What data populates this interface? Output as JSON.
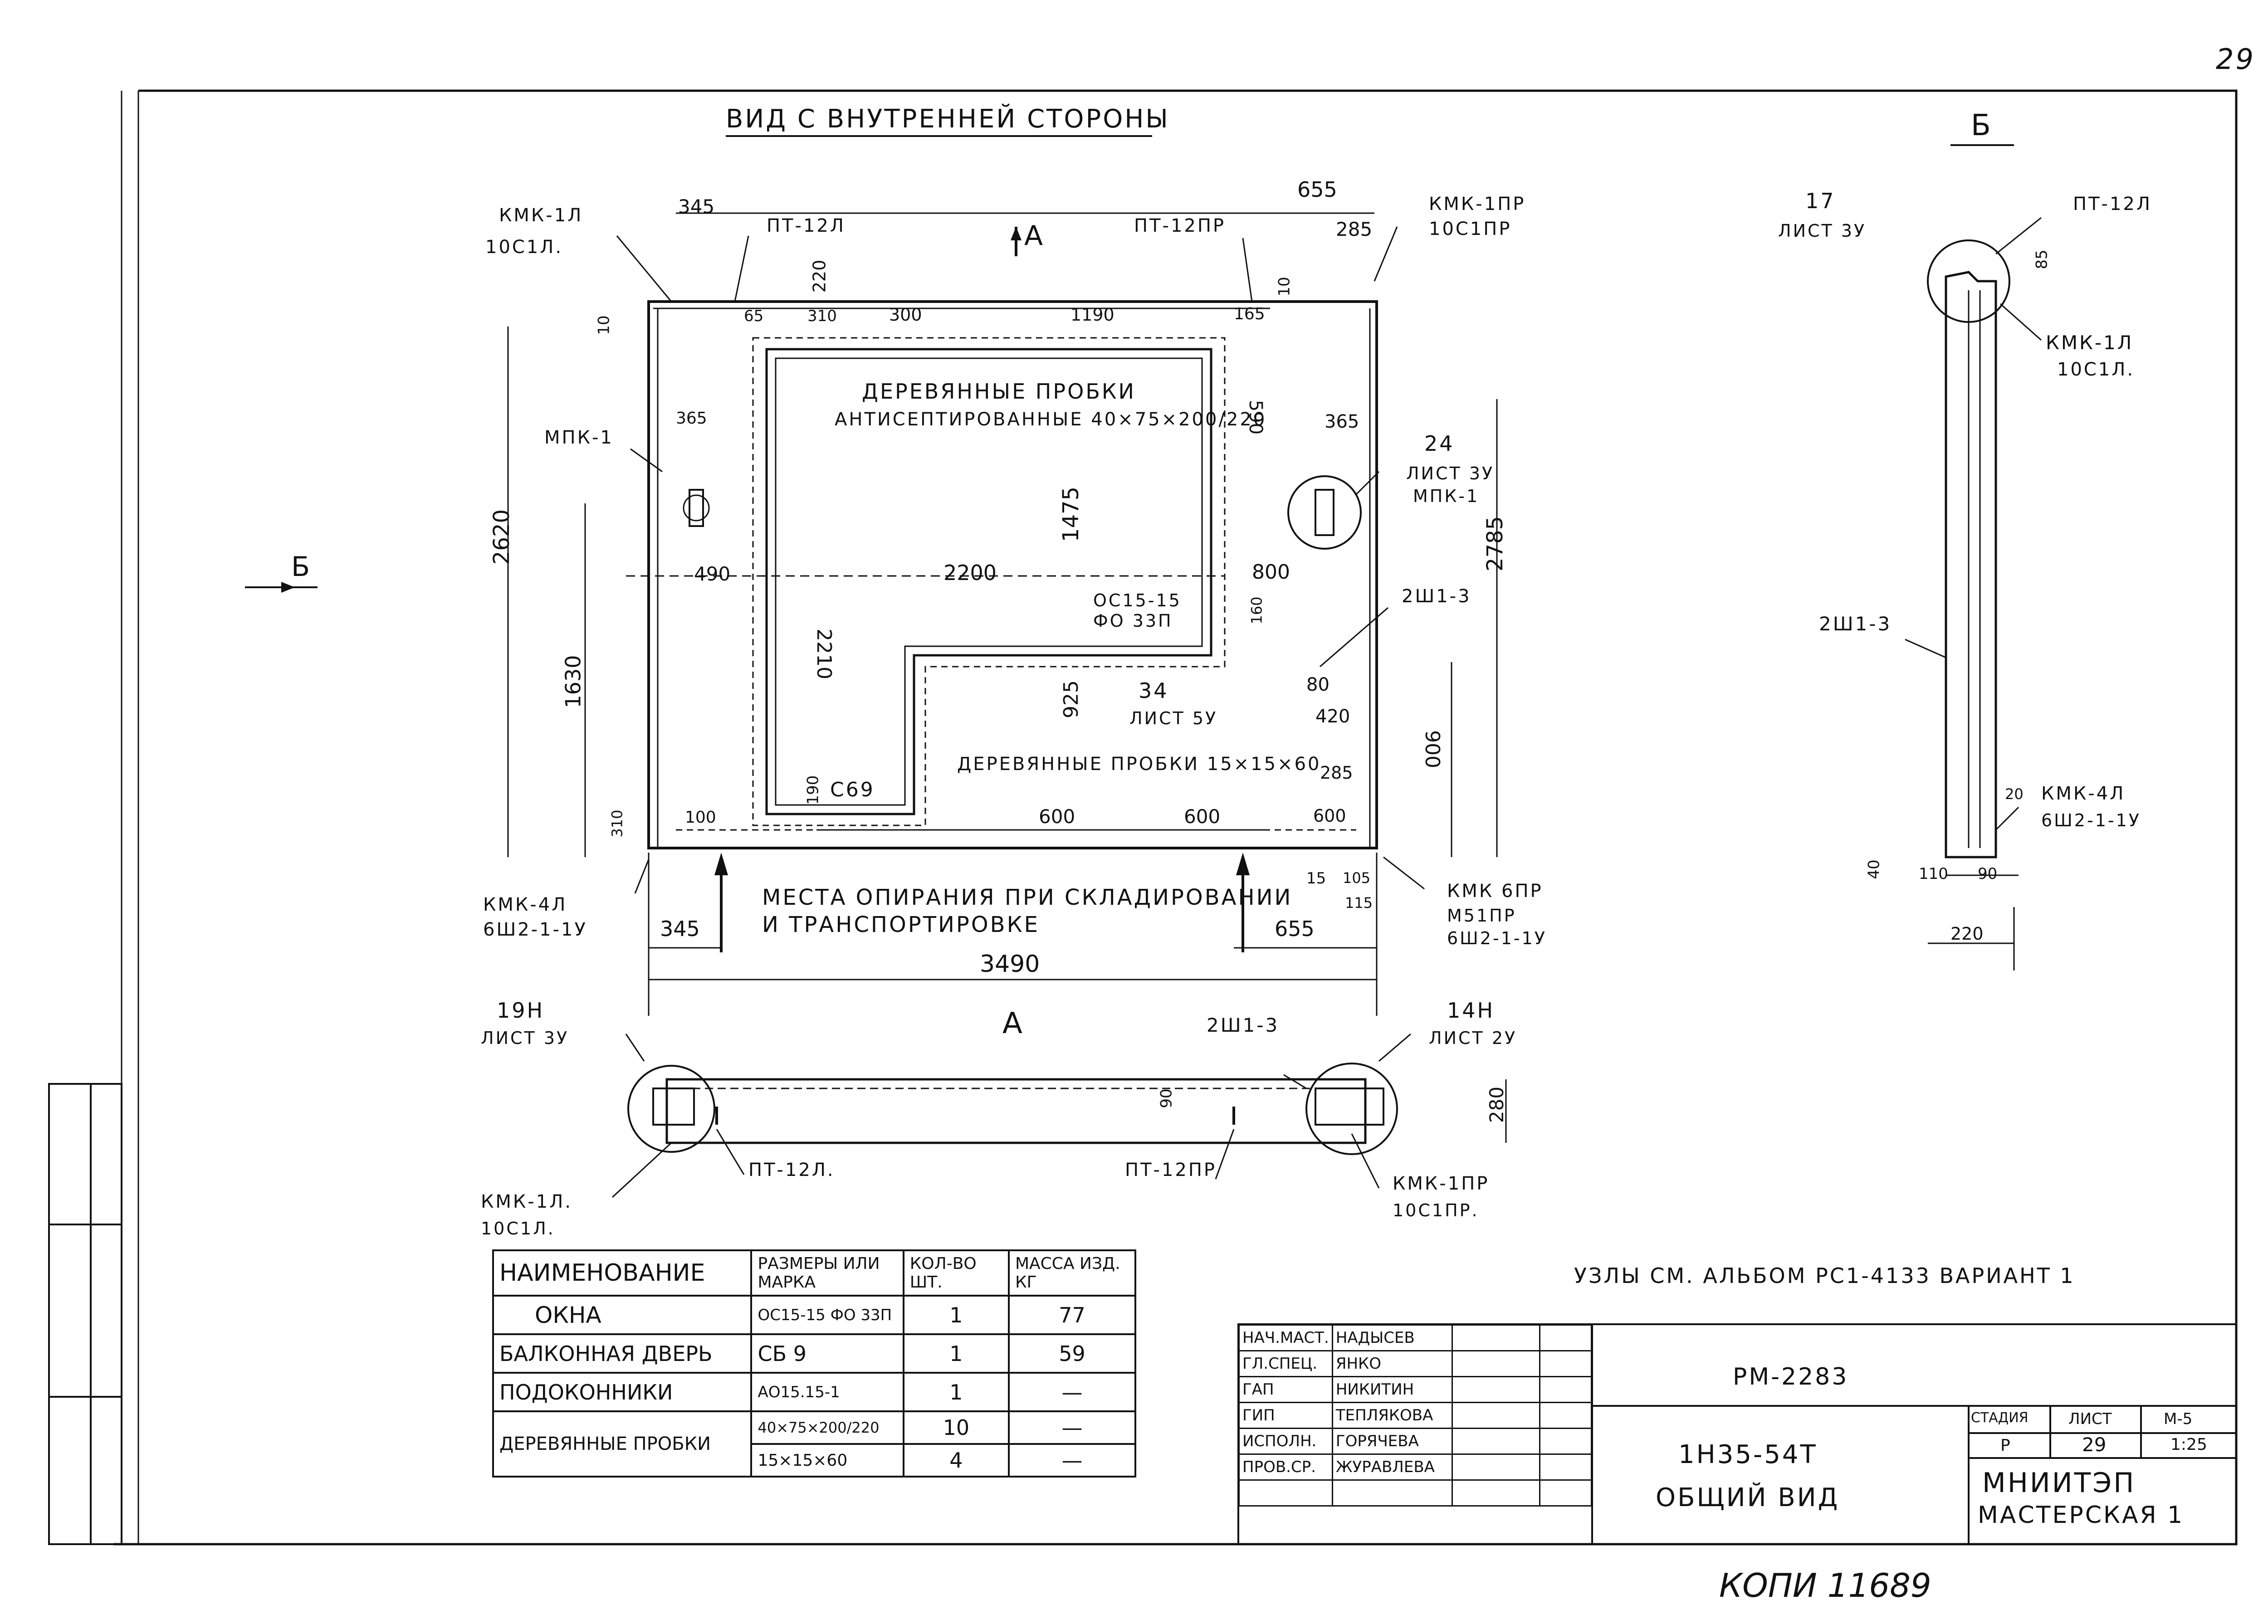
{
  "sheet_number": "29",
  "inner_view_title": "ВИД С ВНУТРЕННЕЙ СТОРОНЫ",
  "section_b_title": "Б",
  "view_a_marker": "А",
  "view_b_marker": "Б",
  "bottom_a_label": "А",
  "callouts": {
    "kmk1l": "КМК-1Л",
    "ps1l": "10С1Л.",
    "pt12l": "ПТ-12Л",
    "pt12pr": "ПТ-12ПР",
    "kmk1pr": "КМК-1ПР",
    "ps1pr": "10С1ПР",
    "mpk1": "МПК-1",
    "derev_probki": "ДЕРЕВЯННЫЕ ПРОБКИ",
    "antisept": "АНТИСЕПТИРОВАННЫЕ 40×75×200/220",
    "ref24": "24",
    "ref24_sheet": "ЛИСТ 3У",
    "ref24_mark": "МПК-1",
    "sh13": "2Ш1-3",
    "window_mark": "ОС15-15",
    "window_mark2": "ФО 33П",
    "ref34": "34",
    "ref34_sheet": "ЛИСТ 5У",
    "derev_probki2": "ДЕРЕВЯННЫЕ ПРОБКИ 15×15×60",
    "door_mark": "С69",
    "kmk4l": "КМК-4Л",
    "kmk4l_sub": "6Ш2-1-1У",
    "mesta1": "МЕСТА ОПИРАНИЯ ПРИ СКЛАДИРОВАНИИ",
    "mesta2": "И ТРАНСПОРТИРОВКЕ",
    "kmk6pr": "КМК 6ПР",
    "m51pr": "М51ПР",
    "kmk6pr_sub": "6Ш2-1-1У"
  },
  "dims": {
    "d345_top": "345",
    "d655_top": "655",
    "d285_top": "285",
    "d220": "220",
    "d65": "65",
    "d310": "310",
    "d300": "300",
    "d1190": "1190",
    "d165": "165",
    "d10a": "10",
    "d10b": "10",
    "d365a": "365",
    "d590": "590",
    "d365b": "365",
    "d2620": "2620",
    "d2785": "2785",
    "d1475": "1475",
    "d490": "490",
    "d2200": "2200",
    "d800": "800",
    "d160": "160",
    "d1630": "1630",
    "d2210": "2210",
    "d925": "925",
    "d80": "80",
    "d420": "420",
    "d900": "900",
    "d285b": "285",
    "d190": "190",
    "d100": "100",
    "d600a": "600",
    "d600b": "600",
    "d600c": "600",
    "d310b": "310",
    "d15": "15",
    "d105": "105",
    "d115": "115",
    "d345_bot": "345",
    "d655_bot": "655",
    "d3490": "3490",
    "d85": "85",
    "d20": "20",
    "d40": "40",
    "d110": "110",
    "d90b": "90",
    "d220b": "220",
    "d90c": "90",
    "d280": "280"
  },
  "section_b": {
    "ref17": "17",
    "ref17_sheet": "ЛИСТ 3У",
    "pt12l": "ПТ-12Л",
    "kmk1l": "КМК-1Л",
    "ps1l": "10С1Л.",
    "sh13": "2Ш1-3",
    "kmk4l": "КМК-4Л",
    "kmk4l_sub": "6Ш2-1-1У"
  },
  "plan_view": {
    "ref19": "19Н",
    "ref19_sheet": "ЛИСТ 3У",
    "ref14": "14Н",
    "ref14_sheet": "ЛИСТ 2У",
    "sh13": "2Ш1-3",
    "pt12l": "ПТ-12Л.",
    "pt12pr": "ПТ-12ПР",
    "kmk1pr": "КМК-1ПР",
    "ps1pr": "10С1ПР.",
    "kmk1l": "КМК-1Л.",
    "ps1l": "10С1Л."
  },
  "nodes_note": "УЗЛЫ СМ. АЛЬБОМ РС1-4133 ВАРИАНТ 1",
  "spec_table": {
    "headers": [
      "НАИМЕНОВАНИЕ",
      "РАЗМЕРЫ ИЛИ МАРКА",
      "КОЛ-ВО ШТ.",
      "МАССА ИЗД. КГ"
    ],
    "rows": [
      [
        "ОКНА",
        "ОС15-15 ФО 33П",
        "1",
        "77"
      ],
      [
        "БАЛКОННАЯ ДВЕРЬ",
        "СБ 9",
        "1",
        "59"
      ],
      [
        "ПОДОКОННИКИ",
        "АО15.15-1",
        "1",
        "—"
      ]
    ],
    "probki_name": "ДЕРЕВЯННЫЕ ПРОБКИ",
    "probki_rows": [
      [
        "40×75×200/220",
        "10",
        "—"
      ],
      [
        "15×15×60",
        "4",
        "—"
      ]
    ]
  },
  "title_block": {
    "roles": [
      "НАЧ.МАСТ.",
      "ГЛ.СПЕЦ.",
      "ГАП",
      "ГИП",
      "ИСПОЛН.",
      "ПРОВ.СР."
    ],
    "names": [
      "НАДЫСЕВ",
      "ЯНКО",
      "НИКИТИН",
      "ТЕПЛЯКОВА",
      "ГОРЯЧЕВА",
      "ЖУРАВЛЕВА"
    ],
    "doc_code": "РМ-2283",
    "project": "1Н35-54Т",
    "sheet_title": "ОБЩИЙ ВИД",
    "stage_label": "СТАДИЯ",
    "sheet_label": "ЛИСТ",
    "scale_label": "М-5",
    "stage_value": "Р",
    "sheet_value": "29",
    "scale_value": "1:25",
    "org": "МНИИТЭП",
    "workshop": "МАСТЕРСКАЯ 1"
  },
  "handwritten_note": "КОПИ 11689"
}
